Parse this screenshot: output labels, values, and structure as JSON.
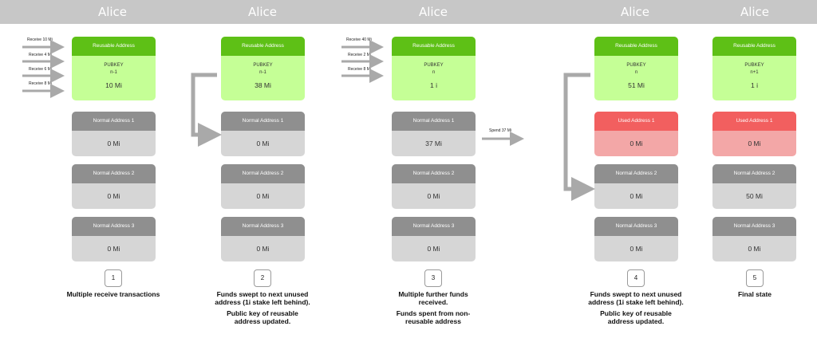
{
  "header_title": "Alice",
  "columns": [
    {
      "owner": "Alice",
      "incoming": [
        "Receive 10 Mi",
        "Receive 4 Mi",
        "Receive 6 Mi",
        "Receive 8 Mi"
      ],
      "reusable": {
        "label": "Reusable Address",
        "pubkey": "PUBKEY",
        "index": "n-1",
        "value": "10 Mi"
      },
      "addresses": [
        {
          "label": "Normal Address 1",
          "value": "0 Mi",
          "state": "normal"
        },
        {
          "label": "Normal Address 2",
          "value": "0 Mi",
          "state": "normal"
        },
        {
          "label": "Normal Address 3",
          "value": "0 Mi",
          "state": "normal"
        }
      ],
      "step": "1",
      "caption": [
        "Multiple receive transactions"
      ]
    },
    {
      "owner": "Alice",
      "incoming": [],
      "reusable": {
        "label": "Reusable Address",
        "pubkey": "PUBKEY",
        "index": "n-1",
        "value": "38 Mi"
      },
      "addresses": [
        {
          "label": "Normal Address 1",
          "value": "0 Mi",
          "state": "normal"
        },
        {
          "label": "Normal Address 2",
          "value": "0 Mi",
          "state": "normal"
        },
        {
          "label": "Normal Address 3",
          "value": "0 Mi",
          "state": "normal"
        }
      ],
      "step": "2",
      "caption": [
        "Funds swept to next unused address (1i stake left behind).",
        "Public key of reusable address updated."
      ]
    },
    {
      "owner": "Alice",
      "incoming": [
        "Receive 40 Mi",
        "Receive 2 Mi",
        "Receive 8 Mi"
      ],
      "reusable": {
        "label": "Reusable Address",
        "pubkey": "PUBKEY",
        "index": "n",
        "value": "1 i"
      },
      "addresses": [
        {
          "label": "Normal Address 1",
          "value": "37 Mi",
          "state": "normal"
        },
        {
          "label": "Normal Address 2",
          "value": "0 Mi",
          "state": "normal"
        },
        {
          "label": "Normal Address 3",
          "value": "0 Mi",
          "state": "normal"
        }
      ],
      "step": "3",
      "caption": [
        "Multiple further funds received.",
        "Funds spent from non-reusable address"
      ]
    },
    {
      "owner": "Alice",
      "incoming": [],
      "reusable": {
        "label": "Reusable Address",
        "pubkey": "PUBKEY",
        "index": "n",
        "value": "51 Mi"
      },
      "addresses": [
        {
          "label": "Used Address 1",
          "value": "0 Mi",
          "state": "used"
        },
        {
          "label": "Normal Address 2",
          "value": "0 Mi",
          "state": "normal"
        },
        {
          "label": "Normal Address 3",
          "value": "0 Mi",
          "state": "normal"
        }
      ],
      "step": "4",
      "caption": [
        "Funds swept to next unused address (1i stake left behind).",
        "Public key of reusable address updated."
      ]
    },
    {
      "owner": "Alice",
      "incoming": [],
      "reusable": {
        "label": "Reusable Address",
        "pubkey": "PUBKEY",
        "index": "n+1",
        "value": "1 i"
      },
      "addresses": [
        {
          "label": "Used Address 1",
          "value": "0 Mi",
          "state": "used"
        },
        {
          "label": "Normal Address 2",
          "value": "50 Mi",
          "state": "normal"
        },
        {
          "label": "Normal Address 3",
          "value": "0 Mi",
          "state": "normal"
        }
      ],
      "step": "5",
      "caption": [
        "Final state"
      ]
    }
  ],
  "spend_label": "Spend 37 Mi",
  "colors": {
    "topbar": "#c7c7c7",
    "reusable_header": "#5ec016",
    "reusable_body": "#c5ff96",
    "normal_header": "#8f8f8f",
    "normal_body": "#d6d6d6",
    "used_header": "#f25f5f",
    "used_body": "#f3a7a7",
    "arrow": "#a9a9a9"
  }
}
